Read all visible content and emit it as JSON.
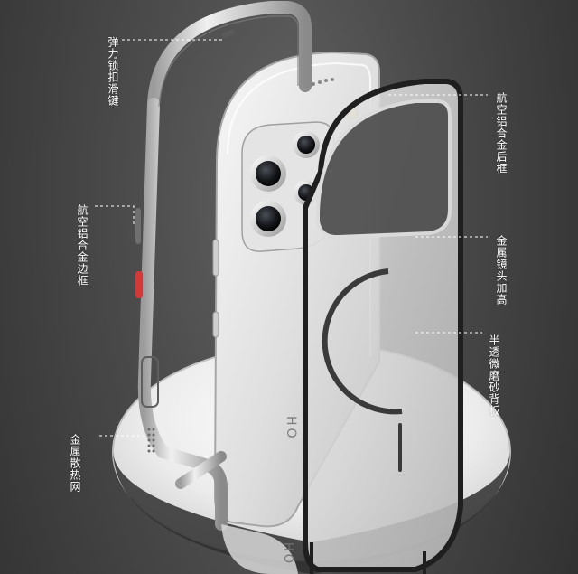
{
  "callouts": {
    "bumper_lock": "弹力锁扣滑键",
    "aluminum_frame": "航空铝合金边框",
    "aluminum_back": "航空铝合金后框",
    "metal_lens": "金属镜头加高",
    "frosted_back": "半透微磨砂背板",
    "metal_vent": "金属散热网"
  },
  "phone": {
    "brand_text": "HO",
    "brand_text_reflection": "HO"
  },
  "colors": {
    "accent_red": "#d23a3a",
    "frame_silver": "#d8d8d8",
    "background_dark": "#3a3a3a",
    "pedestal_white": "#f2f2f2",
    "callout_text": "#ffffff"
  }
}
